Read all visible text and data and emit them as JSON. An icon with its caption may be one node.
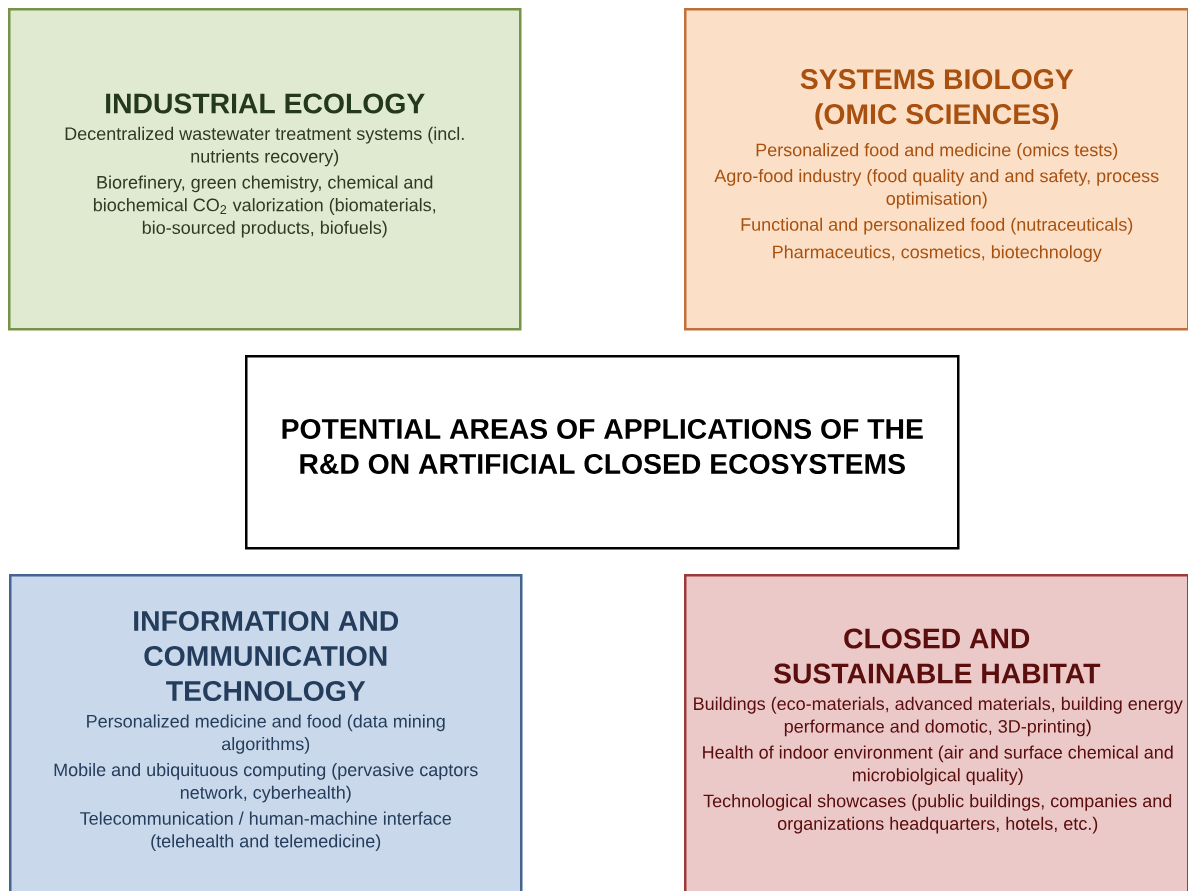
{
  "diagram": {
    "nodes": [
      {
        "text": [
          "INDUSTRIAL ECOLOGY",
          "Decentralized wastewater treatment systems (incl. nutrients recovery)",
          "Biorefinery, green chemistry, chemical and biochemical CO$_{2}$ valorization (biomaterials, bio-sourced products, biofuels)"
        ]
      },
      {
        "text": [
          "SYSTEMS BIOLOGY (OMIC SCIENCES)",
          "Personalized food and medicine (omics tests)",
          "Agro-food industry (food quality and and safety, process optimisation)",
          "Functional and personalized food (nutraceuticals)",
          "Pharmaceutics, cosmetics, biotechnology"
        ]
      },
      {
        "text": [
          "POTENTIAL AREAS OF APPLICATIONS OF THE R&D ON ARTIFICIAL CLOSED ECOSYSTEMS"
        ]
      },
      {
        "text": [
          "INFORMATION AND COMMUNICATION TECHNOLOGY",
          "Personalized medicine and food (data mining algorithms)",
          "Mobile and ubiquituous computing (pervasive captors network, cyberhealth)",
          "Telecommunication / human-machine interface (telehealth and telemedicine)"
        ]
      },
      {
        "text": [
          "CLOSED AND SUSTAINABLE HABITAT",
          "Buildings (eco-materials, advanced materials, building energy performance and domotic, 3D-printing)",
          "Health of indoor environment (air and surface chemical and microbiolgical quality)",
          "Technological showcases (public buildings, companies and organizations headquarters, hotels, etc.)"
        ]
      }
    ]
  }
}
